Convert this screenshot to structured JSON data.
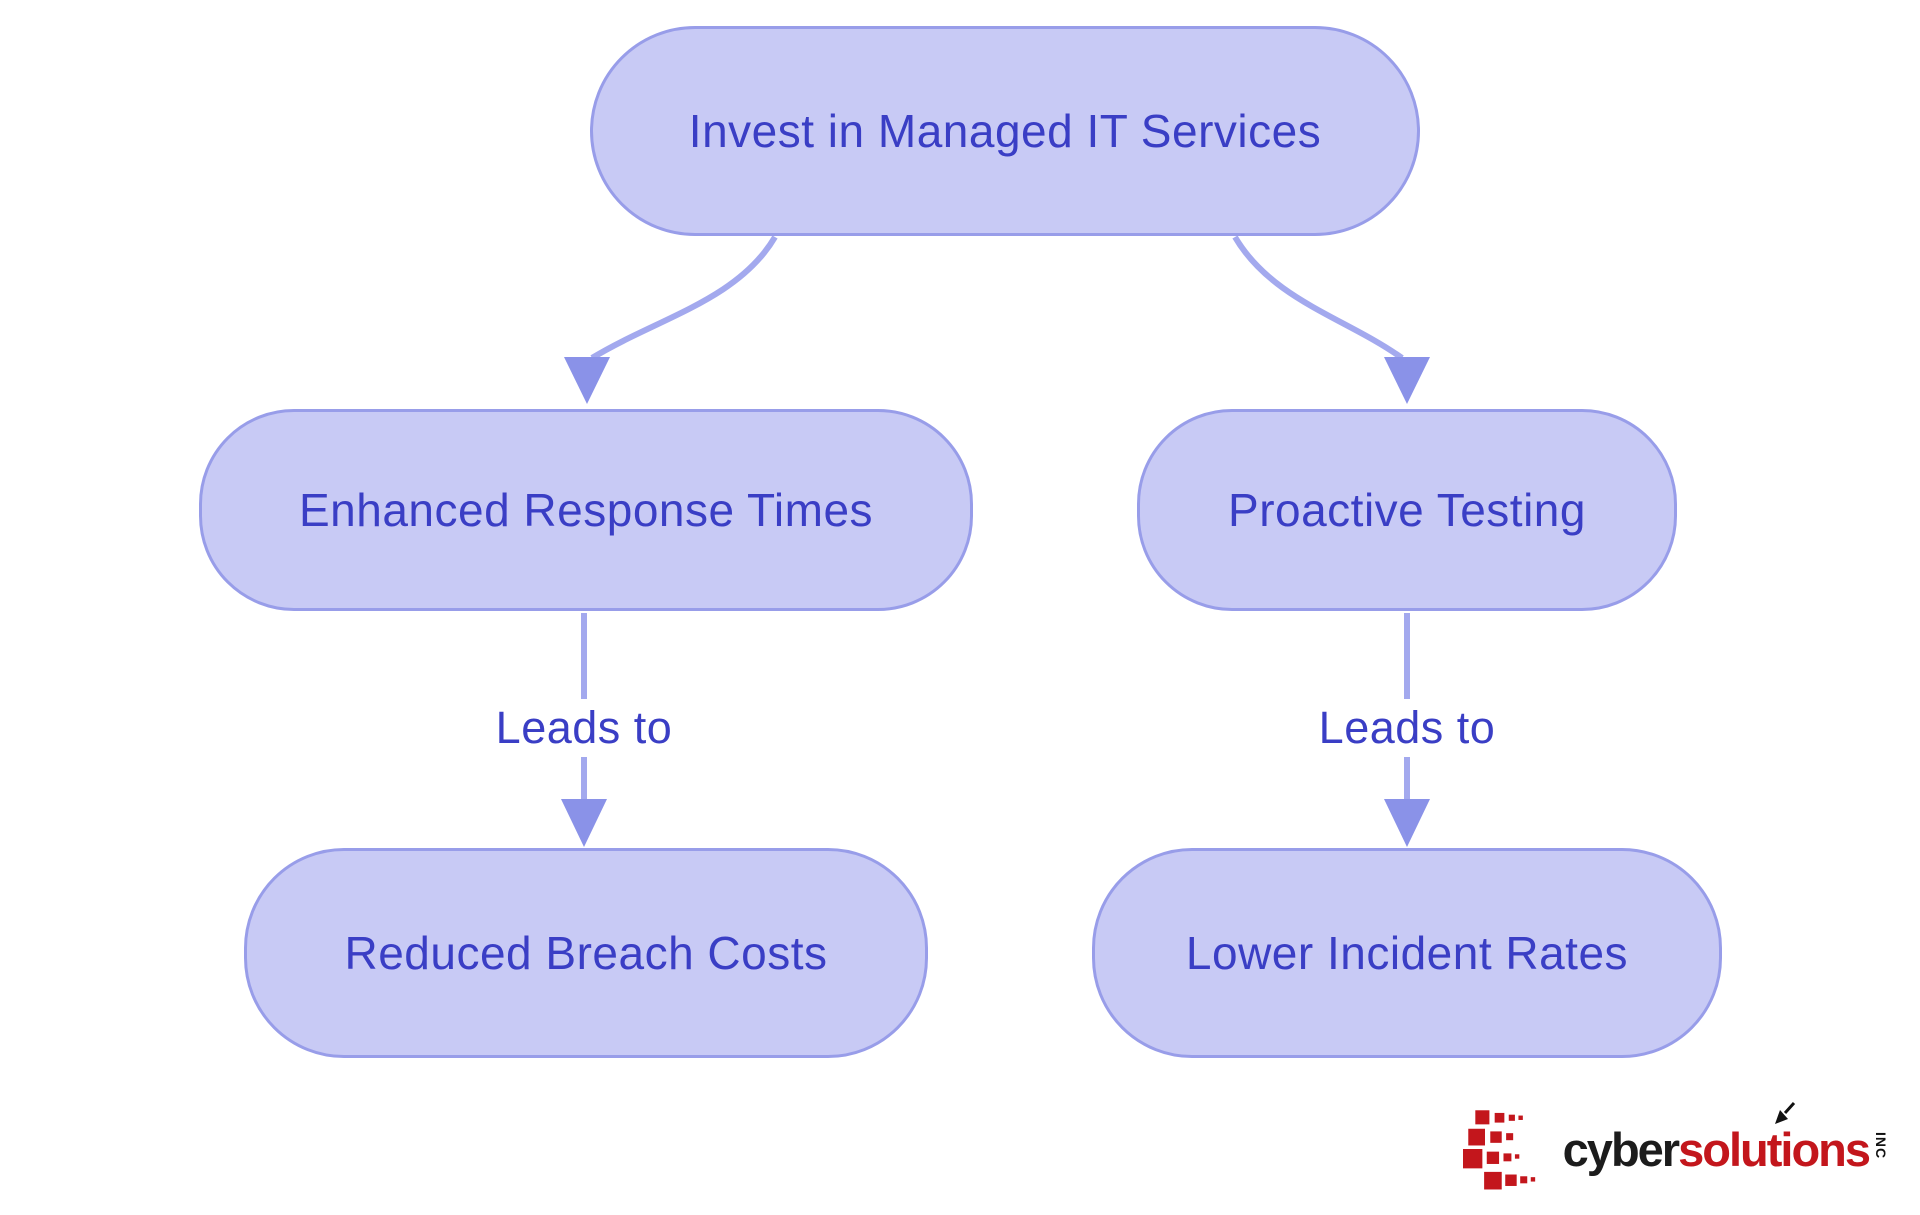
{
  "diagram": {
    "type": "flowchart",
    "nodes": [
      {
        "id": "invest",
        "label": "Invest in Managed IT Services"
      },
      {
        "id": "enhanced",
        "label": "Enhanced Response Times"
      },
      {
        "id": "proactive",
        "label": "Proactive Testing"
      },
      {
        "id": "reduced",
        "label": "Reduced Breach Costs"
      },
      {
        "id": "lower",
        "label": "Lower Incident Rates"
      }
    ],
    "edges": [
      {
        "from": "invest",
        "to": "enhanced",
        "label": ""
      },
      {
        "from": "invest",
        "to": "proactive",
        "label": ""
      },
      {
        "from": "enhanced",
        "to": "reduced",
        "label": "Leads to"
      },
      {
        "from": "proactive",
        "to": "lower",
        "label": "Leads to"
      }
    ],
    "colors": {
      "background": "#ffffff",
      "node_fill": "#c8caf5",
      "node_border": "#989de9",
      "node_text": "#3a3ec5",
      "edge_line": "#a3a9ee",
      "edge_arrowhead": "#8a92e8"
    }
  },
  "logo": {
    "brand_black": "cyber",
    "brand_red_pre": "solut",
    "brand_red_i": "i",
    "brand_red_post": "ons",
    "suffix": "INC",
    "icon": "pixel-burst-icon",
    "black_color": "#1c1c1c",
    "red_color": "#c3161c"
  }
}
